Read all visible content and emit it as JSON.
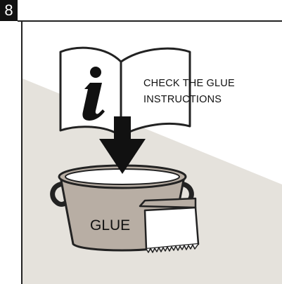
{
  "step": {
    "number": "8"
  },
  "instructions": {
    "line1": "CHECK THE GLUE",
    "line2": "INSTRUCTIONS"
  },
  "bucket": {
    "label": "GLUE"
  },
  "icons": {
    "info": "info-icon",
    "arrow": "arrow-down-icon",
    "book": "open-manual-icon",
    "bucket": "glue-bucket-icon",
    "spreader": "notched-trowel-icon"
  },
  "colors": {
    "badge": "#111111",
    "wall": "#e5e2dc",
    "bucket": "#b8aea4",
    "paper": "#ffffff"
  }
}
